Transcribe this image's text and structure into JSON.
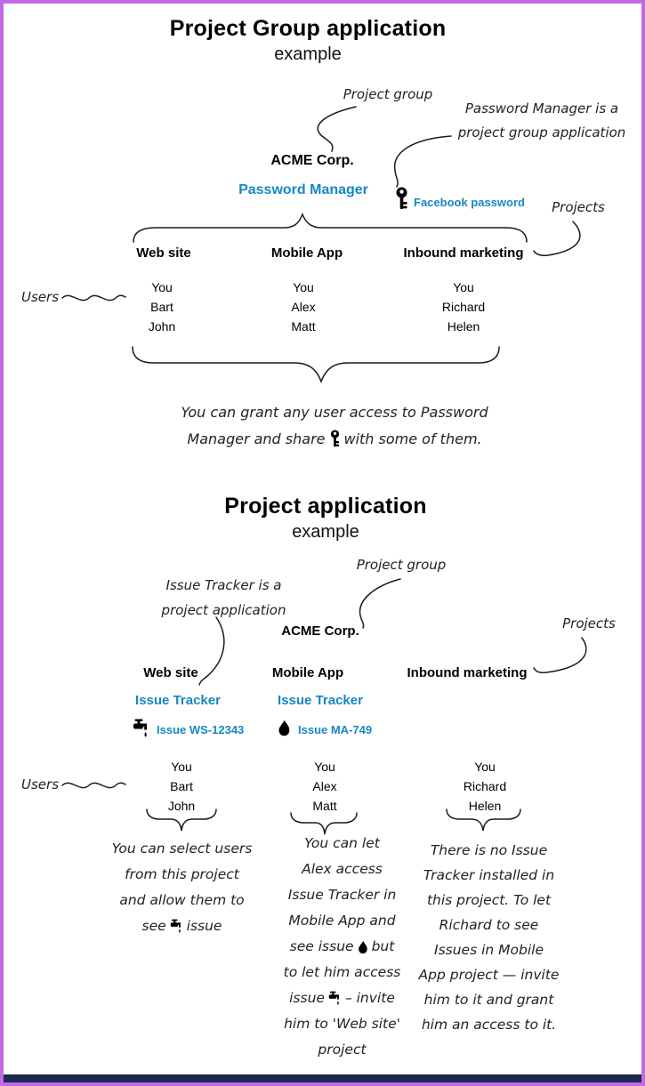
{
  "colors": {
    "accent_blue": "#1787c5",
    "border_purple": "#c168e8",
    "footer_navy": "#1b2a4e",
    "ink": "#1a1a1a"
  },
  "icons": {
    "key": "key-icon",
    "faucet": "faucet-icon",
    "flame": "flame-icon"
  },
  "group_example": {
    "title": "Project Group application",
    "subtitle": "example",
    "org": "ACME Corp.",
    "app": "Password Manager",
    "password_item": "Facebook password",
    "annotations": {
      "project_group": "Project group",
      "app_note_line1": "Password Manager is a",
      "app_note_line2": "project group application",
      "projects": "Projects",
      "users": "Users",
      "grant_line1": "You can grant any user access to Password",
      "grant_line2_pre": "Manager and share",
      "grant_line2_post": "with some of them."
    },
    "projects": [
      {
        "name": "Web site",
        "users": [
          "You",
          "Bart",
          "John"
        ]
      },
      {
        "name": "Mobile App",
        "users": [
          "You",
          "Alex",
          "Matt"
        ]
      },
      {
        "name": "Inbound marketing",
        "users": [
          "You",
          "Richard",
          "Helen"
        ]
      }
    ]
  },
  "project_example": {
    "title": "Project application",
    "subtitle": "example",
    "org": "ACME Corp.",
    "annotations": {
      "project_group": "Project group",
      "app_note_line1": "Issue Tracker is a",
      "app_note_line2": "project application",
      "projects": "Projects",
      "users": "Users"
    },
    "projects": [
      {
        "name": "Web site",
        "app": "Issue Tracker",
        "issue": "Issue WS-12343",
        "users": [
          "You",
          "Bart",
          "John"
        ]
      },
      {
        "name": "Mobile App",
        "app": "Issue Tracker",
        "issue": "Issue MA-749",
        "users": [
          "You",
          "Alex",
          "Matt"
        ]
      },
      {
        "name": "Inbound marketing",
        "users": [
          "You",
          "Richard",
          "Helen"
        ]
      }
    ],
    "notes": {
      "web": {
        "l1": "You can select users",
        "l2": "from this project",
        "l3": "and allow them to",
        "l4_pre": "see",
        "l4_post": "issue"
      },
      "mobile": {
        "l1": "You can let",
        "l2": "Alex access",
        "l3": "Issue Tracker in",
        "l4": "Mobile App and",
        "l5_pre": "see issue",
        "l5_post": "but",
        "l6": "to let him access",
        "l7_pre": "issue",
        "l7_post": "– invite",
        "l8": "him to 'Web site'",
        "l9": "project"
      },
      "inbound": {
        "l1": "There is no Issue",
        "l2": "Tracker installed in",
        "l3": "this project. To let",
        "l4": "Richard to see",
        "l5": "Issues in Mobile",
        "l6": "App project — invite",
        "l7": "him to it and grant",
        "l8": "him an access to it."
      }
    }
  }
}
